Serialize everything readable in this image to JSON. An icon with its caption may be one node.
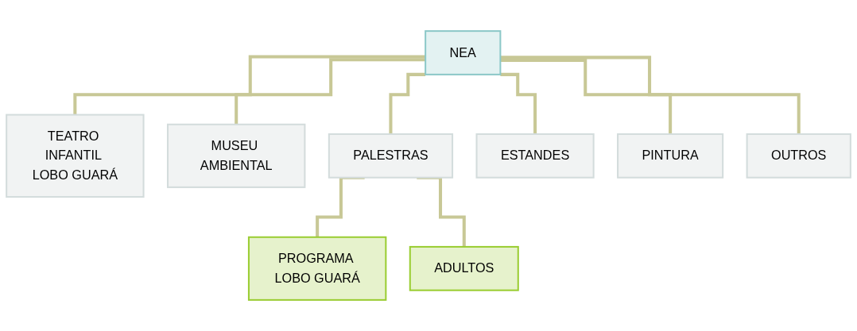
{
  "diagram": {
    "nodes": [
      {
        "text": [
          "NEA"
        ]
      },
      {
        "text": [
          "TEATRO INFANTIL LOBO GUARÁ"
        ]
      },
      {
        "text": [
          "MUSEU AMBIENTAL"
        ]
      },
      {
        "text": [
          "PALESTRAS"
        ]
      },
      {
        "text": [
          "ESTANDES"
        ]
      },
      {
        "text": [
          "PINTURA"
        ]
      },
      {
        "text": [
          "OUTROS"
        ]
      },
      {
        "text": [
          "PROGRAMA LOBO GUARÁ"
        ]
      },
      {
        "text": [
          "ADULTOS"
        ]
      }
    ],
    "edges": [
      {
        "from": 0,
        "to": 1,
        "arrow": "none"
      },
      {
        "from": 0,
        "to": 2,
        "arrow": "none"
      },
      {
        "from": 0,
        "to": 3,
        "arrow": "none"
      },
      {
        "from": 0,
        "to": 4,
        "arrow": "none"
      },
      {
        "from": 0,
        "to": 5,
        "arrow": "none"
      },
      {
        "from": 0,
        "to": 6,
        "arrow": "none"
      },
      {
        "from": 3,
        "to": 7,
        "arrow": "none"
      },
      {
        "from": 3,
        "to": 8,
        "arrow": "none"
      }
    ]
  }
}
